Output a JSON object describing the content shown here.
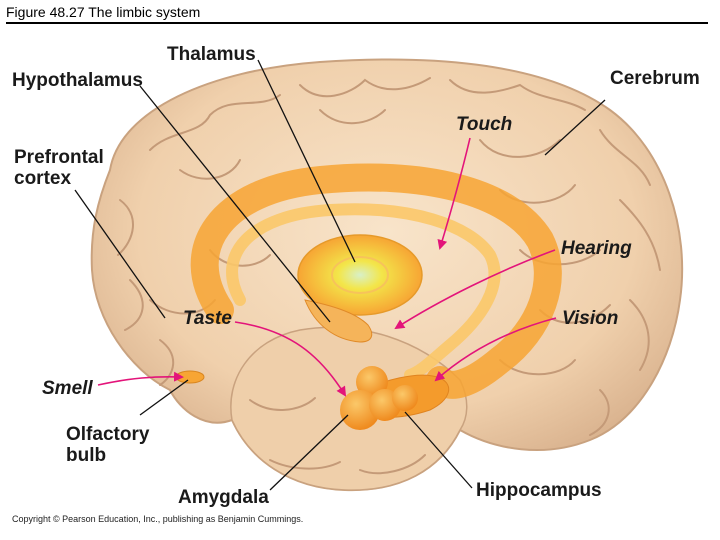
{
  "figure_title": "Figure 48.27  The limbic system",
  "labels": {
    "thalamus": "Thalamus",
    "hypothalamus": "Hypothalamus",
    "cerebrum": "Cerebrum",
    "prefrontal_cortex": "Prefrontal\ncortex",
    "touch": "Touch",
    "hearing": "Hearing",
    "taste": "Taste",
    "vision": "Vision",
    "smell": "Smell",
    "olfactory_bulb": "Olfactory\nbulb",
    "amygdala": "Amygdala",
    "hippocampus": "Hippocampus"
  },
  "copyright": "Copyright © Pearson Education, Inc., publishing as Benjamin Cummings.",
  "colors": {
    "brain": "#f3d8b8",
    "brain_shadow": "#dcb896",
    "gyri": "#c49a78",
    "limbic": "#f7a534",
    "limbic_light": "#fbc869",
    "thalamus_core": "#f4e04a",
    "sense_arrow": "#e3147a",
    "leader_line": "#111111"
  }
}
